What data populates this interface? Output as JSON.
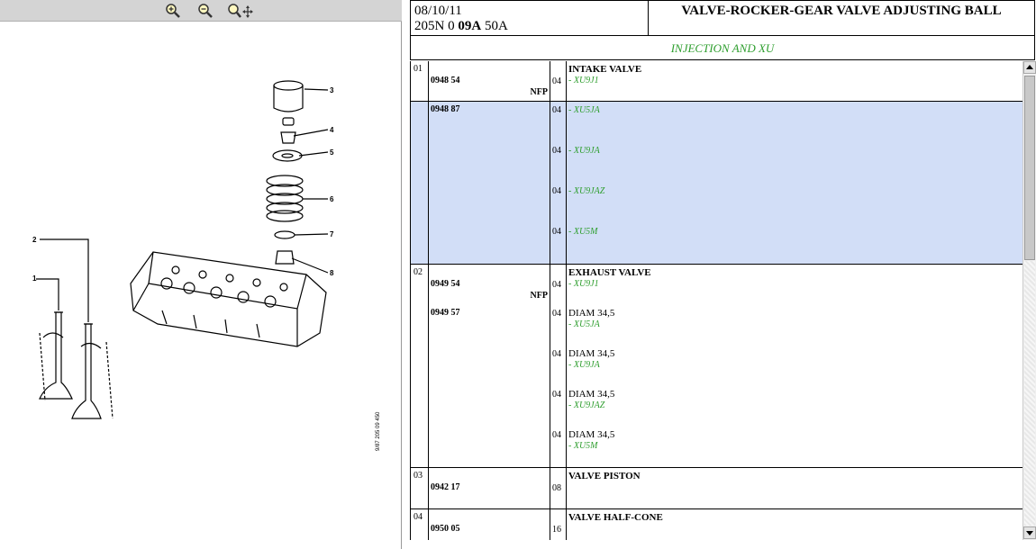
{
  "diagram": {
    "labels": [
      "1",
      "2",
      "3",
      "4",
      "5",
      "6",
      "7",
      "8"
    ],
    "ref_code": "9/87 205 09 450"
  },
  "zoom": {
    "icons": [
      "zoom-in-icon",
      "zoom-out-icon",
      "zoom-pan-icon"
    ]
  },
  "header": {
    "date": "08/10/11",
    "code_prefix": "205N 0 ",
    "code_bold": "09A",
    "code_suffix": " 50A",
    "title": "VALVE-ROCKER-GEAR VALVE ADJUSTING BALL"
  },
  "subtitle": "INJECTION AND XU",
  "groups": [
    {
      "num": "01",
      "title": "INTAKE VALVE",
      "parts": [
        {
          "ref": "0948 54",
          "nfp": "NFP",
          "qty": "04",
          "engine": "- XU9J1"
        },
        {
          "ref": "0948 87",
          "qty": "04",
          "engine": "- XU5JA"
        },
        {
          "qty": "04",
          "engine": "- XU9JA"
        },
        {
          "qty": "04",
          "engine": "- XU9JAZ"
        },
        {
          "qty": "04",
          "engine": "- XU5M"
        }
      ]
    },
    {
      "num": "02",
      "title": "EXHAUST VALVE",
      "parts": [
        {
          "ref": "0949 54",
          "nfp": "NFP",
          "qty": "04",
          "engine": "- XU9J1"
        },
        {
          "ref": "0949 57",
          "qty": "04",
          "desc": "DIAM 34,5",
          "engine": "- XU5JA"
        },
        {
          "qty": "04",
          "desc": "DIAM 34,5",
          "engine": "- XU9JA"
        },
        {
          "qty": "04",
          "desc": "DIAM 34,5",
          "engine": "- XU9JAZ"
        },
        {
          "qty": "04",
          "desc": "DIAM 34,5",
          "engine": "- XU5M"
        }
      ]
    },
    {
      "num": "03",
      "title": "VALVE PISTON",
      "parts": [
        {
          "ref": "0942 17",
          "qty": "08"
        }
      ]
    },
    {
      "num": "04",
      "title": "VALVE HALF-CONE",
      "parts": [
        {
          "ref": "0950 05",
          "qty": "16"
        }
      ]
    }
  ],
  "colors": {
    "highlight": "#d2def7",
    "engine_text": "#2e9e2e",
    "toolbar": "#d4d4d4"
  }
}
